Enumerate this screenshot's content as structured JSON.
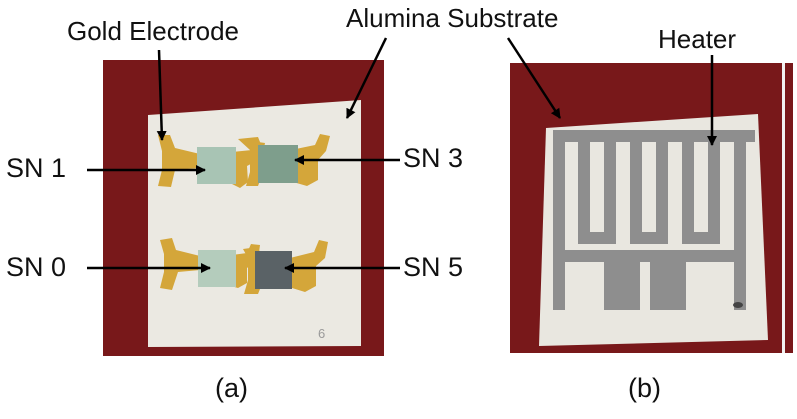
{
  "labels": {
    "gold_electrode": "Gold Electrode",
    "alumina_substrate": "Alumina Substrate",
    "heater": "Heater",
    "sn1": "SN 1",
    "sn3": "SN 3",
    "sn0": "SN 0",
    "sn5": "SN 5",
    "panel_a": "(a)",
    "panel_b": "(b)"
  },
  "colors": {
    "background_cloth": "#7c1a1c",
    "alumina": "#ebe9e2",
    "gold": "#d4a63a",
    "heater_trace": "#8e8e8e",
    "film_sn1": "#a8c4b4",
    "film_sn3": "#7e9e8c",
    "film_sn0": "#b4ccbc",
    "film_sn5": "#5a6266"
  }
}
